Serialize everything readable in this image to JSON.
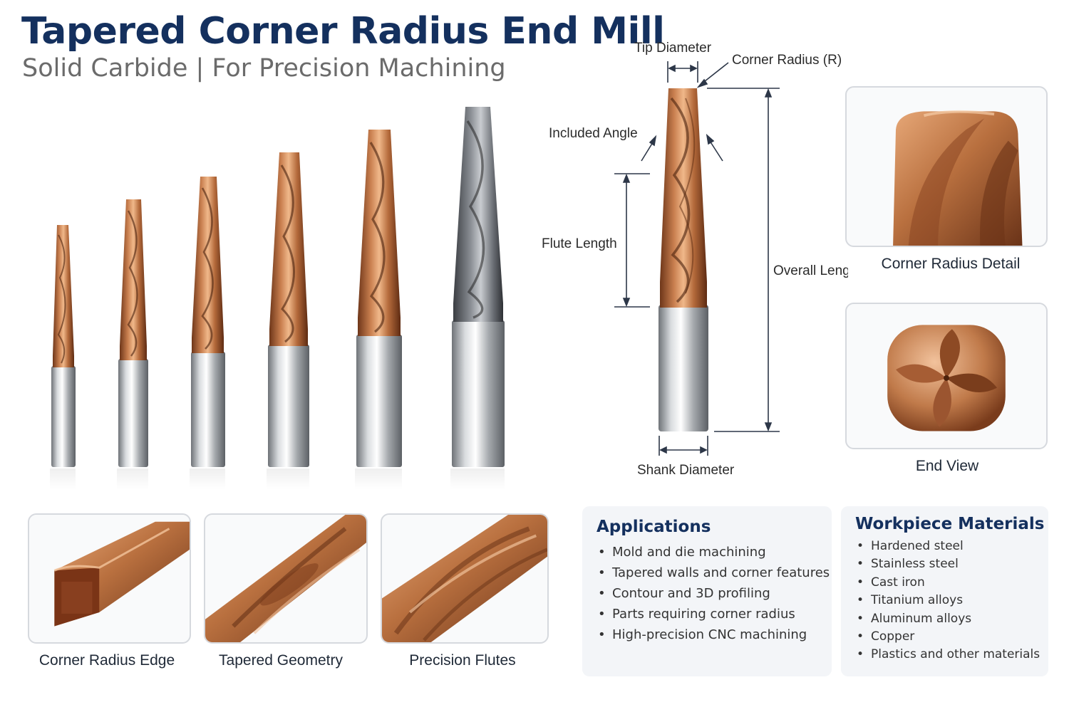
{
  "header": {
    "title": "Tapered Corner Radius End Mill",
    "subtitle": "Solid Carbide | For Precision Machining"
  },
  "colors": {
    "title_blue": "#14305e",
    "copper": "#b86a3c",
    "carbide_silver": "#c7cacd",
    "uncoated_gray": "#7c8086"
  },
  "product_lineup": {
    "count": 6,
    "coatings": [
      "copper",
      "copper",
      "copper",
      "copper",
      "copper",
      "uncoated"
    ]
  },
  "dimension_diagram": {
    "tip_diameter": "Tip Diameter",
    "corner_radius": "Corner Radius (R)",
    "included_angle": "Included Angle",
    "flute_length": "Flute Length",
    "overall_length": "Overall Length",
    "shank_diameter": "Shank Diameter"
  },
  "detail_views": {
    "corner_radius_detail": "Corner Radius Detail",
    "end_view": "End View",
    "corner_radius_edge": "Corner Radius Edge",
    "tapered_geometry": "Tapered Geometry",
    "precision_flutes": "Precision Flutes"
  },
  "applications": {
    "heading": "Applications",
    "items": [
      "Mold and die machining",
      "Tapered walls and corner features",
      "Contour and 3D profiling",
      "Parts requiring corner radius",
      "High-precision CNC machining"
    ]
  },
  "workpiece_materials": {
    "heading": "Workpiece Materials",
    "items": [
      "Hardened steel",
      "Stainless steel",
      "Cast iron",
      "Titanium alloys",
      "Aluminum alloys",
      "Copper",
      "Plastics and other materials"
    ]
  }
}
